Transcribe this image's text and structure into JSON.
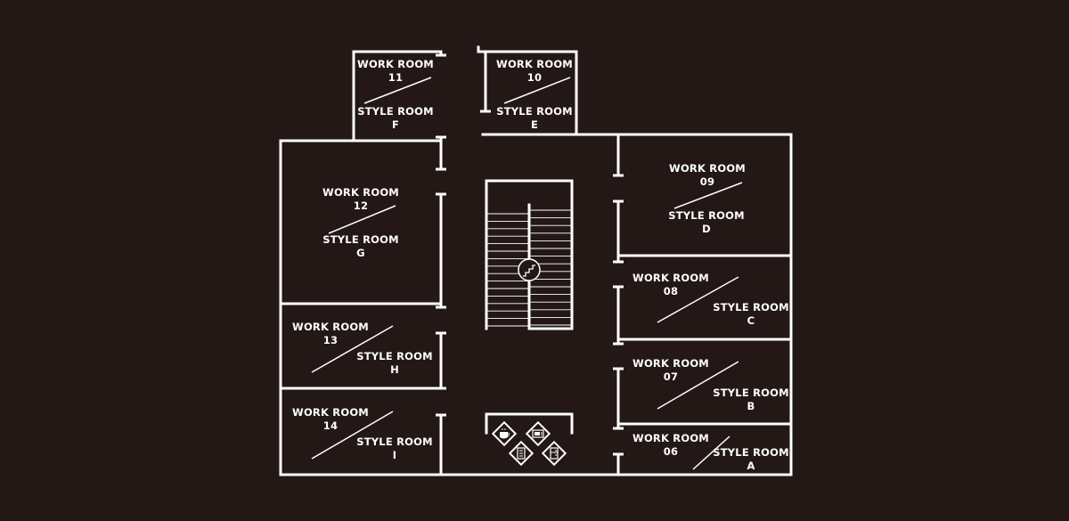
{
  "colors": {
    "background": "#231816",
    "lines": "#ffffff"
  },
  "rooms": {
    "r11": {
      "work": "WORK ROOM",
      "work_no": "11",
      "style": "STYLE ROOM",
      "style_id": "F"
    },
    "r10": {
      "work": "WORK ROOM",
      "work_no": "10",
      "style": "STYLE ROOM",
      "style_id": "E"
    },
    "r09": {
      "work": "WORK ROOM",
      "work_no": "09",
      "style": "STYLE ROOM",
      "style_id": "D"
    },
    "r12": {
      "work": "WORK ROOM",
      "work_no": "12",
      "style": "STYLE ROOM",
      "style_id": "G"
    },
    "r08": {
      "work": "WORK ROOM",
      "work_no": "08",
      "style": "STYLE ROOM",
      "style_id": "C"
    },
    "r13": {
      "work": "WORK ROOM",
      "work_no": "13",
      "style": "STYLE ROOM",
      "style_id": "H"
    },
    "r07": {
      "work": "WORK ROOM",
      "work_no": "07",
      "style": "STYLE ROOM",
      "style_id": "B"
    },
    "r14": {
      "work": "WORK ROOM",
      "work_no": "14",
      "style": "STYLE ROOM",
      "style_id": "I"
    },
    "r06": {
      "work": "WORK ROOM",
      "work_no": "06",
      "style": "STYLE ROOM",
      "style_id": "A"
    }
  },
  "icons": [
    "stairs-icon",
    "coffee-icon",
    "microwave-icon",
    "notes-icon",
    "refrigerator-icon"
  ]
}
